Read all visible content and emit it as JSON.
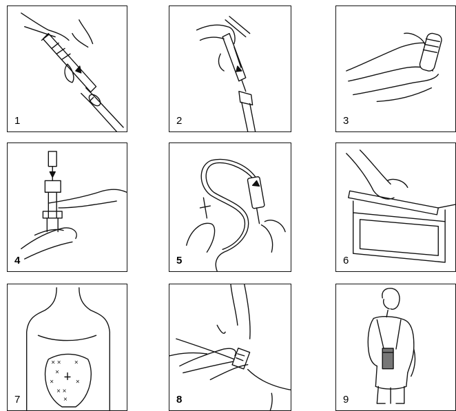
{
  "steps": [
    {
      "number": "1",
      "bold": false
    },
    {
      "number": "2",
      "bold": false
    },
    {
      "number": "3",
      "bold": false
    },
    {
      "number": "4",
      "bold": false
    },
    {
      "number": "5",
      "bold": true
    },
    {
      "number": "6",
      "bold": false
    },
    {
      "number": "7",
      "bold": false
    },
    {
      "number": "8",
      "bold": true
    },
    {
      "number": "9",
      "bold": false
    }
  ]
}
